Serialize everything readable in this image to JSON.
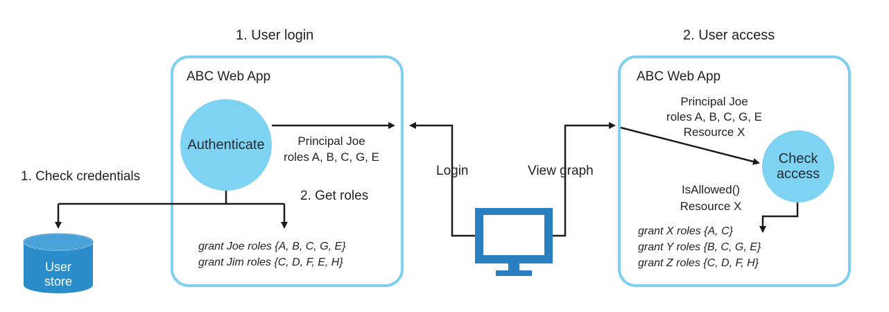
{
  "left_panel": {
    "step_title": "1. User login",
    "app_name": "ABC Web App",
    "authenticate": "Authenticate",
    "principal_line1": "Principal Joe",
    "principal_line2": "roles A, B, C, G, E",
    "get_roles": "2. Get roles",
    "grant_line1": "grant Joe roles {A, B, C, G, E}",
    "grant_line2": "grant Jim roles {C, D, F, E, H}"
  },
  "check_credentials": "1. Check credentials",
  "user_store": {
    "line1": "User",
    "line2": "store"
  },
  "client": {
    "login": "Login",
    "view_graph": "View graph"
  },
  "right_panel": {
    "step_title": "2. User access",
    "app_name": "ABC Web App",
    "principal_line1": "Principal Joe",
    "principal_line2": "roles A, B, C, G, E",
    "principal_line3": "Resource X",
    "check_line1": "Check",
    "check_line2": "access",
    "isallowed_line1": "IsAllowed()",
    "isallowed_line2": "Resource X",
    "grant_line1": "grant X roles {A, C}",
    "grant_line2": "grant Y roles {B, C, G, E}",
    "grant_line3": "grant Z roles {C, D, F, H}"
  },
  "colors": {
    "accent": "#7fd3f2",
    "border": "#7fcff0",
    "store": "#2a8cc9",
    "monitor": "#2a7fc0",
    "line": "#1a1a1a"
  }
}
